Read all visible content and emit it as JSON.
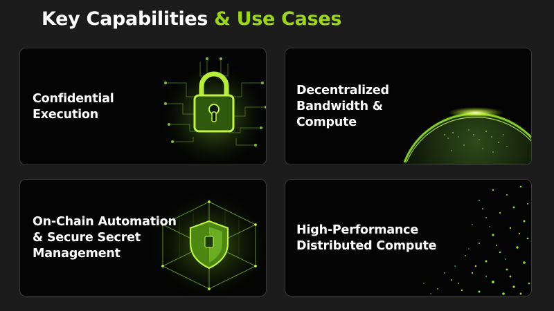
{
  "slide": {
    "title_main": "Key Capabilities",
    "title_accent": "& Use Cases",
    "accent_color": "#9bd61c",
    "background_color": "#1c1c1c"
  },
  "cards": [
    {
      "lines": [
        "Confidential",
        "Execution"
      ],
      "icon": "padlock-circuit-icon"
    },
    {
      "lines": [
        "Decentralized",
        "Bandwidth &",
        "Compute"
      ],
      "icon": "glowing-earth-horizon-icon"
    },
    {
      "lines": [
        "On-Chain Automation",
        "& Secure Secret",
        "Management"
      ],
      "icon": "shield-cube-icon"
    },
    {
      "lines": [
        "High-Performance",
        "Distributed Compute"
      ],
      "icon": "particle-field-icon"
    }
  ]
}
